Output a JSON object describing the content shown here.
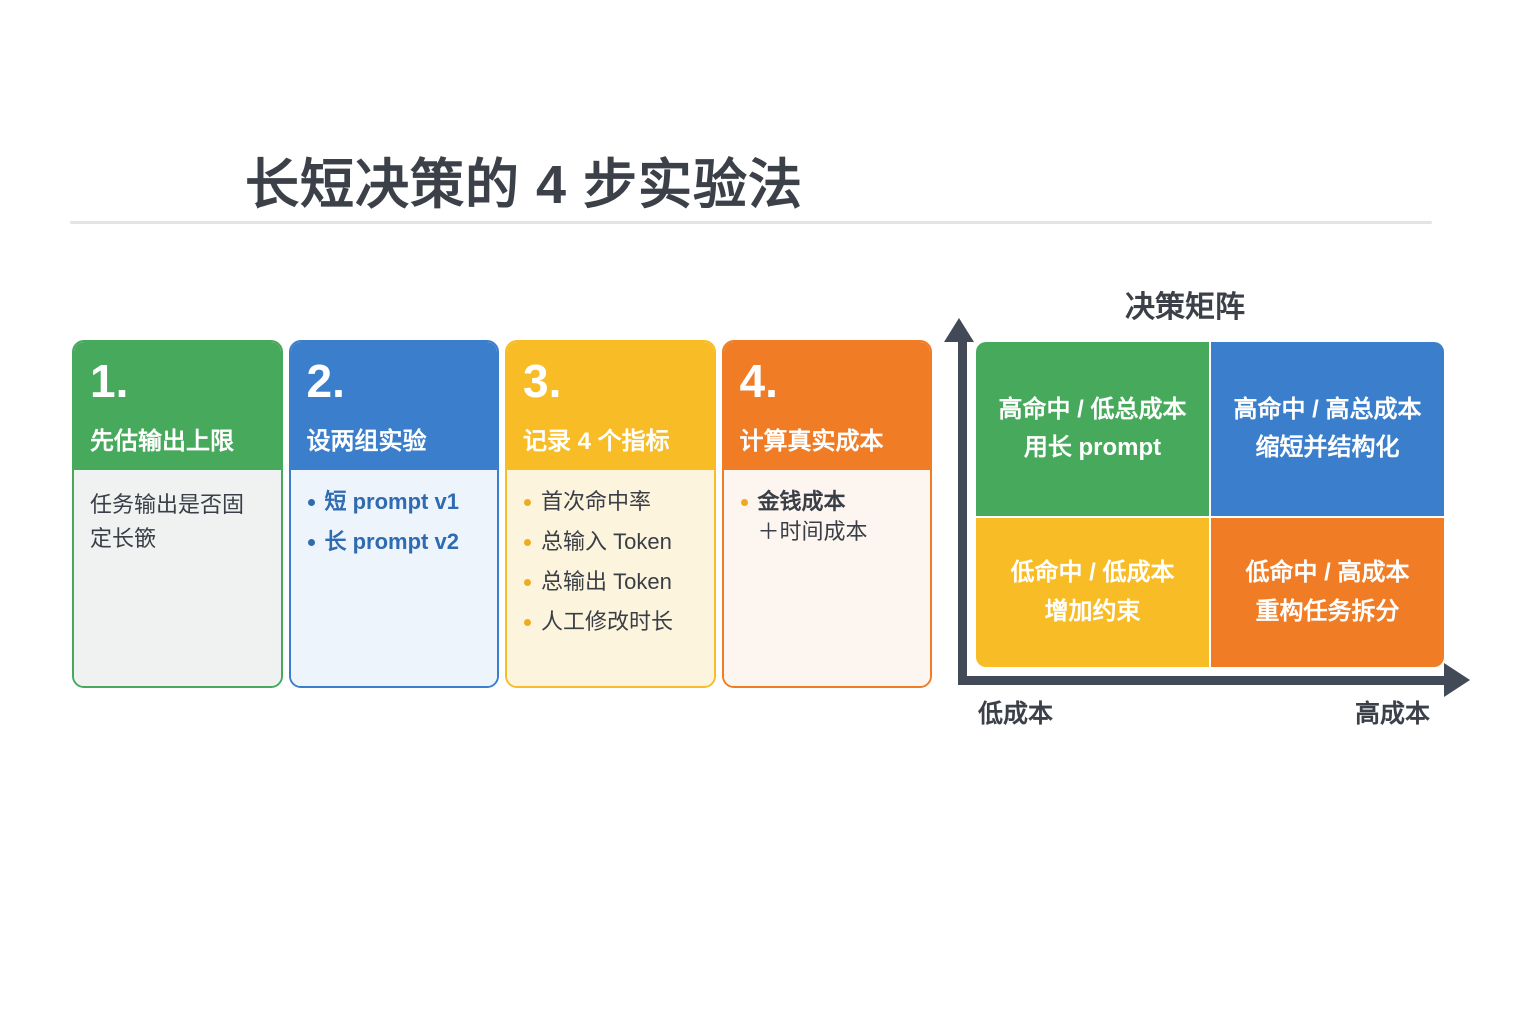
{
  "title": "长短决策的 4 步实验法",
  "steps": [
    {
      "number": "1.",
      "heading": "先估输出上限",
      "paragraph": "任务输出是否固定长篏",
      "bullets": [],
      "sub": ""
    },
    {
      "number": "2.",
      "heading": "设两组实验",
      "paragraph": "",
      "bullets": [
        "短 prompt v1",
        "长 prompt v2"
      ],
      "sub": ""
    },
    {
      "number": "3.",
      "heading": "记录 4 个指标",
      "paragraph": "",
      "bullets": [
        "首次命中率",
        "总输入 Token",
        "总输出 Token",
        "人工修改时长"
      ],
      "sub": ""
    },
    {
      "number": "4.",
      "heading": "计算真实成本",
      "paragraph": "",
      "bullets": [
        "金钱成本"
      ],
      "sub": "＋时间成本"
    }
  ],
  "matrix": {
    "title": "决策矩阵",
    "axis": {
      "x_low": "低成本",
      "x_high": "高成本"
    },
    "quadrants": [
      {
        "line1": "高命中 / 低总成本",
        "line2": "用长 prompt"
      },
      {
        "line1": "高命中 / 高总成本",
        "line2": "缩短并结构化"
      },
      {
        "line1": "低命中 / 低成本",
        "line2": "增加约束"
      },
      {
        "line1": "低命中 / 高成本",
        "line2": "重构任务拆分"
      }
    ]
  },
  "colors": {
    "green": "#46a95c",
    "blue": "#3b7fcc",
    "yellow": "#f8bd26",
    "orange": "#f07c25",
    "ink": "#3c4149",
    "axis": "#414a56"
  }
}
